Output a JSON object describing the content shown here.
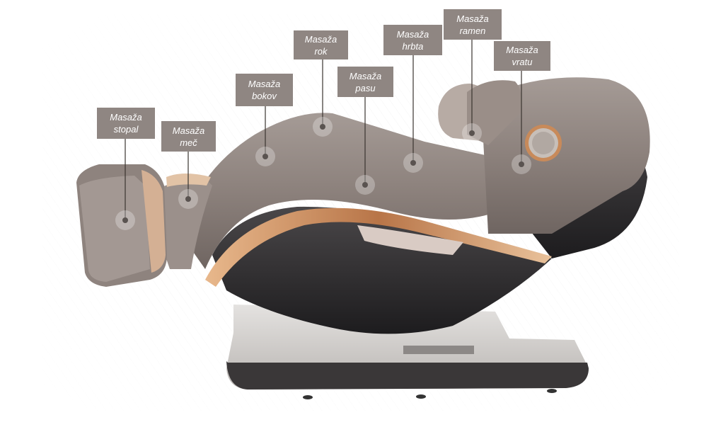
{
  "labels": [
    {
      "id": "stopal",
      "line1": "Masaža",
      "line2": "stopal"
    },
    {
      "id": "mec",
      "line1": "Masaža",
      "line2": "meč"
    },
    {
      "id": "bokov",
      "line1": "Masaža",
      "line2": "bokov"
    },
    {
      "id": "rok",
      "line1": "Masaža",
      "line2": "rok"
    },
    {
      "id": "pasu",
      "line1": "Masaža",
      "line2": "pasu"
    },
    {
      "id": "hrbta",
      "line1": "Masaža",
      "line2": "hrbta"
    },
    {
      "id": "ramen",
      "line1": "Masaža",
      "line2": "ramen"
    },
    {
      "id": "vratu",
      "line1": "Masaža",
      "line2": "vratu"
    }
  ],
  "colors": {
    "label_bg": "#8f8682",
    "upholstery": "#8a7f7a",
    "shell_dark": "#2e2c2e",
    "accent_gold": "#c98a58",
    "base_grey": "#c9c6c4"
  }
}
